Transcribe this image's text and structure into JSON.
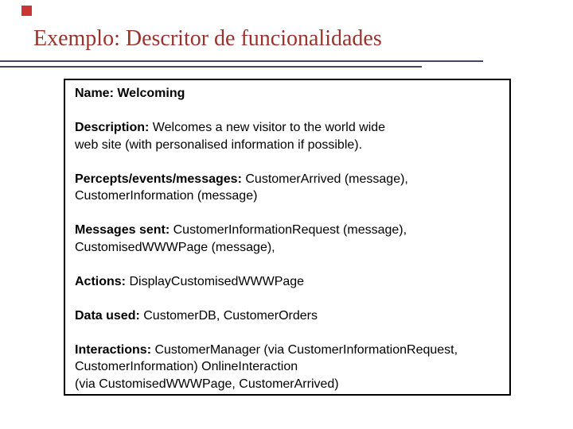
{
  "slide": {
    "title": "Exemplo: Descritor de funcionalidades",
    "colors": {
      "background": "#ffffff",
      "title_text": "#9a332d",
      "accent_square": "#cc3333",
      "rule_lines": "#454560",
      "box_border": "#000000",
      "body_text": "#000000"
    }
  },
  "box": {
    "sections": [
      {
        "label": "Name: Welcoming",
        "lines": []
      },
      {
        "label": "Description:",
        "lines": [
          "Welcomes a new visitor to the world wide",
          "web site (with personalised information if possible)."
        ]
      },
      {
        "label": "Percepts/events/messages:",
        "lines": [
          "CustomerArrived (message),",
          "CustomerInformation (message)"
        ]
      },
      {
        "label": "Messages sent:",
        "lines": [
          "CustomerInformationRequest (message),",
          "CustomisedWWWPage (message),"
        ]
      },
      {
        "label": "Actions:",
        "lines": [
          "DisplayCustomisedWWWPage"
        ]
      },
      {
        "label": "Data used:",
        "lines": [
          "CustomerDB, CustomerOrders"
        ]
      },
      {
        "label": "Interactions:",
        "lines": [
          "CustomerManager (via CustomerInformationRequest,",
          "CustomerInformation) OnlineInteraction",
          "(via CustomisedWWWPage, CustomerArrived)"
        ]
      }
    ]
  }
}
